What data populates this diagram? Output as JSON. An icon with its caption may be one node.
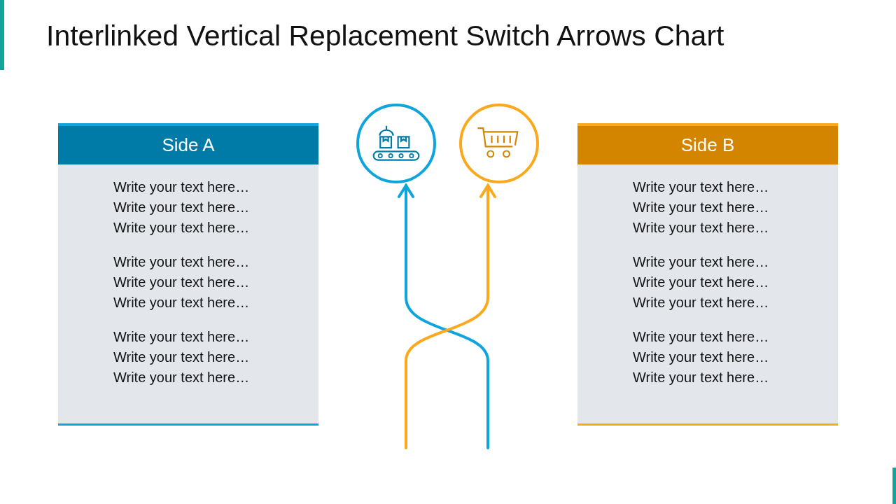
{
  "diagram": {
    "title": "Interlinked Vertical Replacement Switch Arrows Chart",
    "nodes": [
      {
        "text": [
          "Side A",
          "Write your text here… Write your text here… Write your text here…",
          "Write your text here… Write your text here… Write your text here…",
          "Write your text here… Write your text here… Write your text here…"
        ]
      },
      {
        "text": [],
        "shape": "circle"
      },
      {
        "text": [],
        "shape": "circle"
      },
      {
        "text": [
          "Side B",
          "Write your text here… Write your text here… Write your text here…",
          "Write your text here… Write your text here… Write your text here…",
          "Write your text here… Write your text here… Write your text here…"
        ]
      }
    ],
    "edges": [
      {
        "from": null,
        "to": 1,
        "arrow": "to",
        "color": "#0ea5dc"
      },
      {
        "from": null,
        "to": 2,
        "arrow": "to",
        "color": "#fba81c"
      }
    ]
  }
}
